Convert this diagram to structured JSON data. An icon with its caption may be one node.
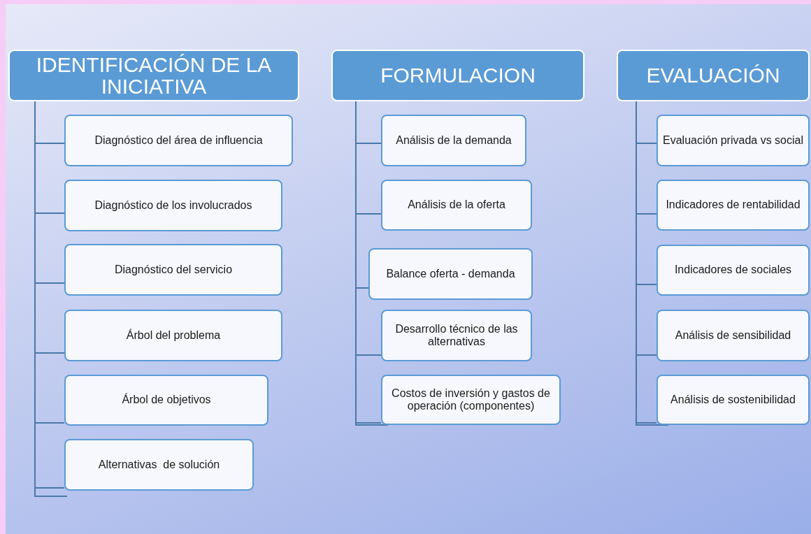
{
  "diagram": {
    "nodes": [
      {
        "text": [
          "IDENTIFICACIÓN DE LA INICIATIVA"
        ]
      },
      {
        "text": [
          "Diagnóstico del área de influencia"
        ]
      },
      {
        "text": [
          "Diagnóstico de los involucrados"
        ]
      },
      {
        "text": [
          "Diagnóstico del servicio"
        ]
      },
      {
        "text": [
          "Árbol del problema"
        ]
      },
      {
        "text": [
          "Árbol de objetivos"
        ]
      },
      {
        "text": [
          "Alternativas  de solución"
        ]
      },
      {
        "text": [
          "FORMULACION"
        ]
      },
      {
        "text": [
          "Análisis de la demanda"
        ]
      },
      {
        "text": [
          "Análisis de la oferta"
        ]
      },
      {
        "text": [
          "Balance oferta - demanda"
        ]
      },
      {
        "text": [
          "Desarrollo técnico de las alternativas"
        ]
      },
      {
        "text": [
          "Costos de inversión y gastos de operación (componentes)"
        ]
      },
      {
        "text": [
          "EVALUACIÓN"
        ]
      },
      {
        "text": [
          "Evaluación privada vs social"
        ]
      },
      {
        "text": [
          "Indicadores de rentabilidad"
        ]
      },
      {
        "text": [
          "Indicadores de sociales"
        ]
      },
      {
        "text": [
          "Análisis de sensibilidad"
        ]
      },
      {
        "text": [
          "Análisis de sostenibilidad"
        ]
      }
    ],
    "edges": [
      {
        "from": 0,
        "to": 1,
        "arrow": "none"
      },
      {
        "from": 0,
        "to": 2,
        "arrow": "none"
      },
      {
        "from": 0,
        "to": 3,
        "arrow": "none"
      },
      {
        "from": 0,
        "to": 4,
        "arrow": "none"
      },
      {
        "from": 0,
        "to": 5,
        "arrow": "none"
      },
      {
        "from": 0,
        "to": 6,
        "arrow": "none"
      },
      {
        "from": 7,
        "to": 8,
        "arrow": "none"
      },
      {
        "from": 7,
        "to": 9,
        "arrow": "none"
      },
      {
        "from": 7,
        "to": 10,
        "arrow": "none"
      },
      {
        "from": 7,
        "to": 11,
        "arrow": "none"
      },
      {
        "from": 7,
        "to": 12,
        "arrow": "none"
      },
      {
        "from": 13,
        "to": 14,
        "arrow": "none"
      },
      {
        "from": 13,
        "to": 15,
        "arrow": "none"
      },
      {
        "from": 13,
        "to": 16,
        "arrow": "none"
      },
      {
        "from": 13,
        "to": 17,
        "arrow": "none"
      },
      {
        "from": 13,
        "to": 18,
        "arrow": "none"
      }
    ]
  }
}
